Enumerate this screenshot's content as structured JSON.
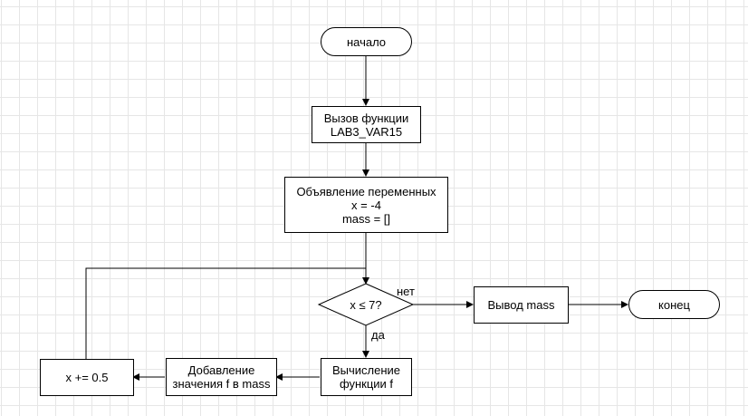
{
  "nodes": {
    "start": "начало",
    "call": "Вызов функции\nLAB3_VAR15",
    "declare": "Объявление переменных\nx = -4\nmass = []",
    "condition": "x ≤ 7?",
    "output": "Вывод mass",
    "end": "конец",
    "compute": "Вычисление\nфункции f",
    "append": "Добавление\nзначения f в mass",
    "increment": "x += 0.5"
  },
  "edges": {
    "no_label": "нет",
    "yes_label": "да"
  }
}
